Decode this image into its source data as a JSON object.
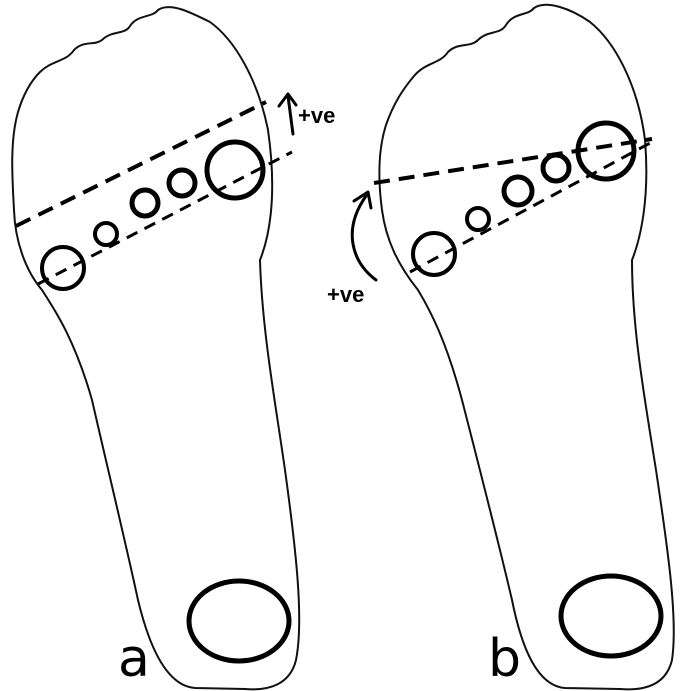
{
  "panels": [
    {
      "label": "a",
      "sign_label": "+ve"
    },
    {
      "label": "b",
      "sign_label": "+ve"
    }
  ]
}
